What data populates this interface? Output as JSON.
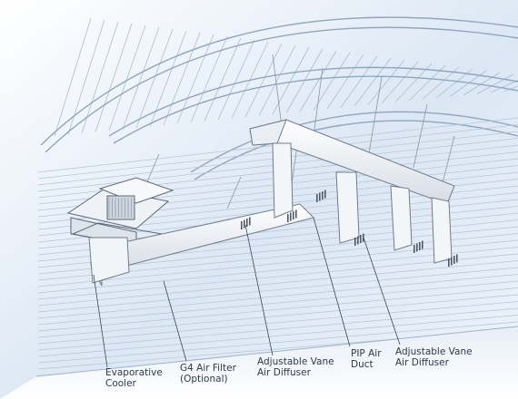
{
  "labels": {
    "evaporative_cooler": [
      "Evaporative",
      "Cooler"
    ],
    "g4_air_filter": [
      "G4 Air Filter",
      "(Optional)"
    ],
    "adjustable_vane_1": [
      "Adjustable Vane",
      "Air Diffuser"
    ],
    "pip_air_duct": [
      "PIP Air",
      "Duct"
    ],
    "adjustable_vane_2": [
      "Adjustable Vane",
      "Air Diffuser"
    ]
  },
  "colors": {
    "structure_line": "#9fb3c8",
    "sky_tint": "#dce8f5",
    "duct_face": "#f4f6f8",
    "duct_shade": "#c9d2dc",
    "leader_line": "#3a4656",
    "text": "#2d3a4a"
  }
}
